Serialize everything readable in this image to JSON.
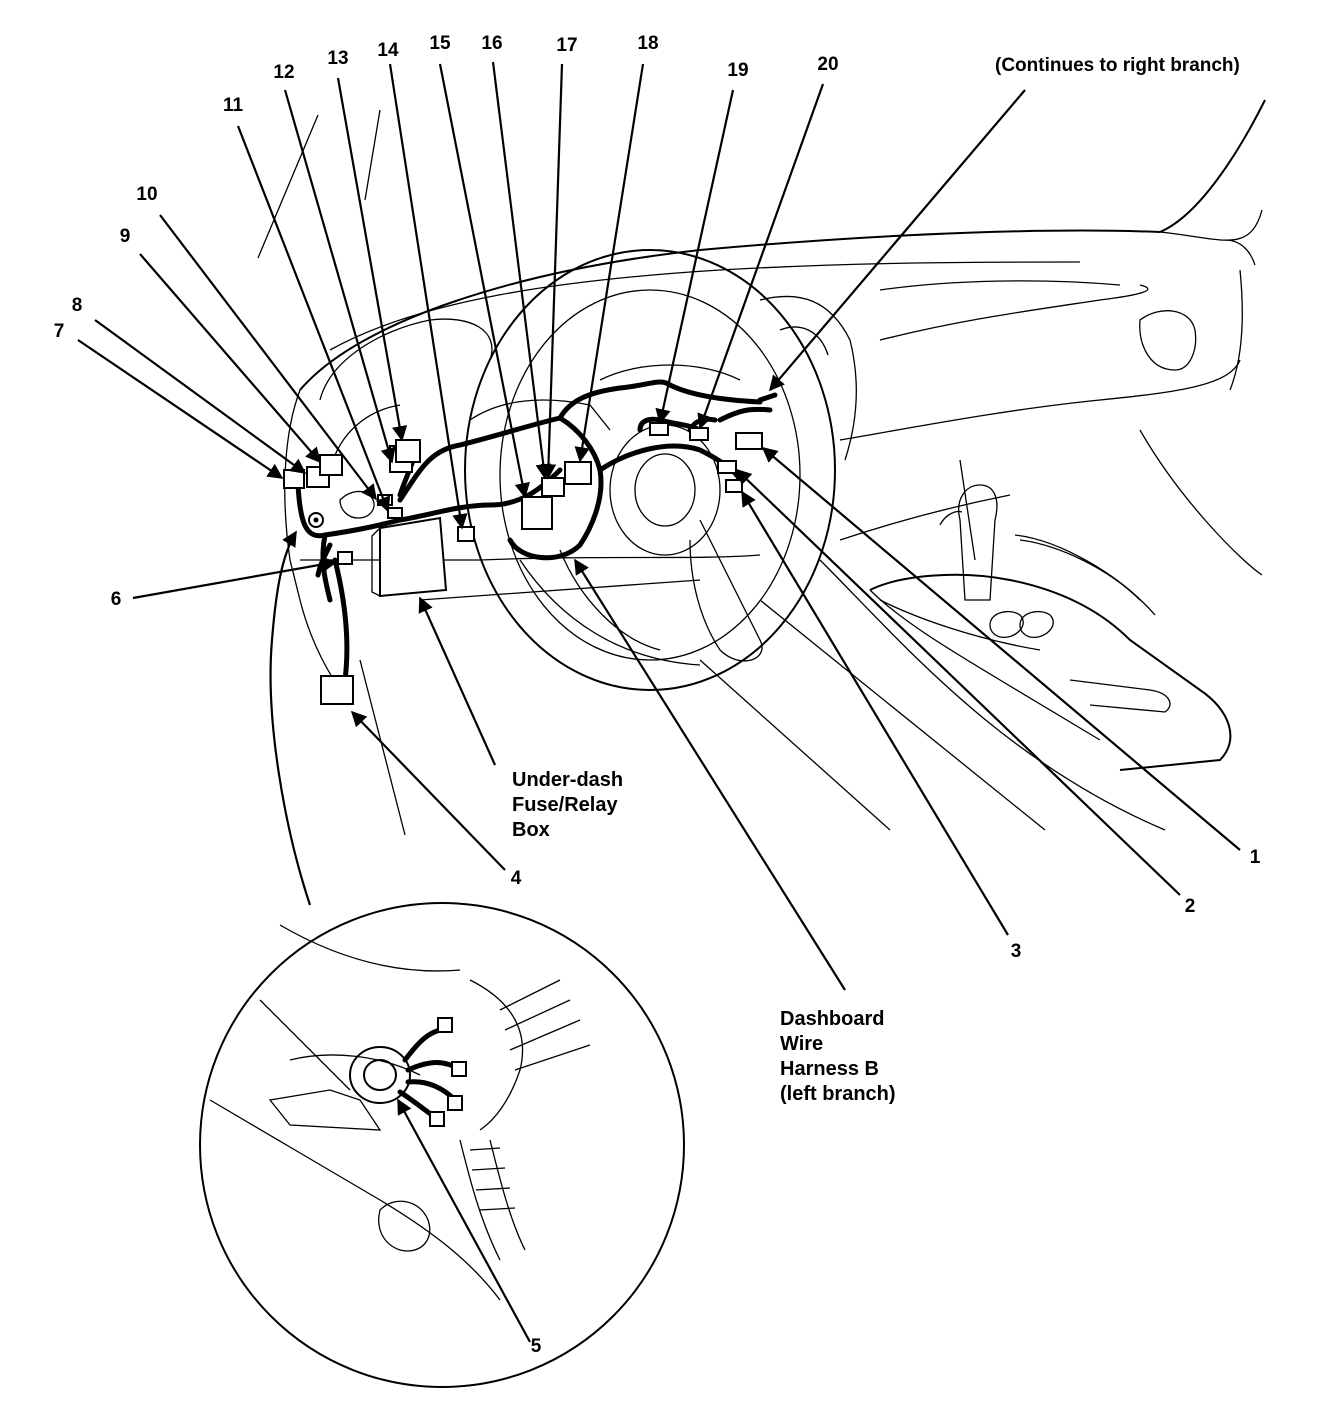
{
  "labels": {
    "n1": "1",
    "n2": "2",
    "n3": "3",
    "n4a": "4",
    "n5": "5",
    "n6": "6",
    "n7": "7",
    "n8": "8",
    "n9": "9",
    "n10": "10",
    "n11": "11",
    "n12": "12",
    "n13": "13",
    "n14": "14",
    "n15": "15",
    "n16": "16",
    "n17": "17",
    "n18": "18",
    "n19": "19",
    "n20": "20"
  },
  "captions": {
    "continues": "(Continues to right branch)",
    "fuse_box": "Under-dash\nFuse/Relay\nBox",
    "harness": "Dashboard\nWire\nHarness B\n(left branch)"
  }
}
